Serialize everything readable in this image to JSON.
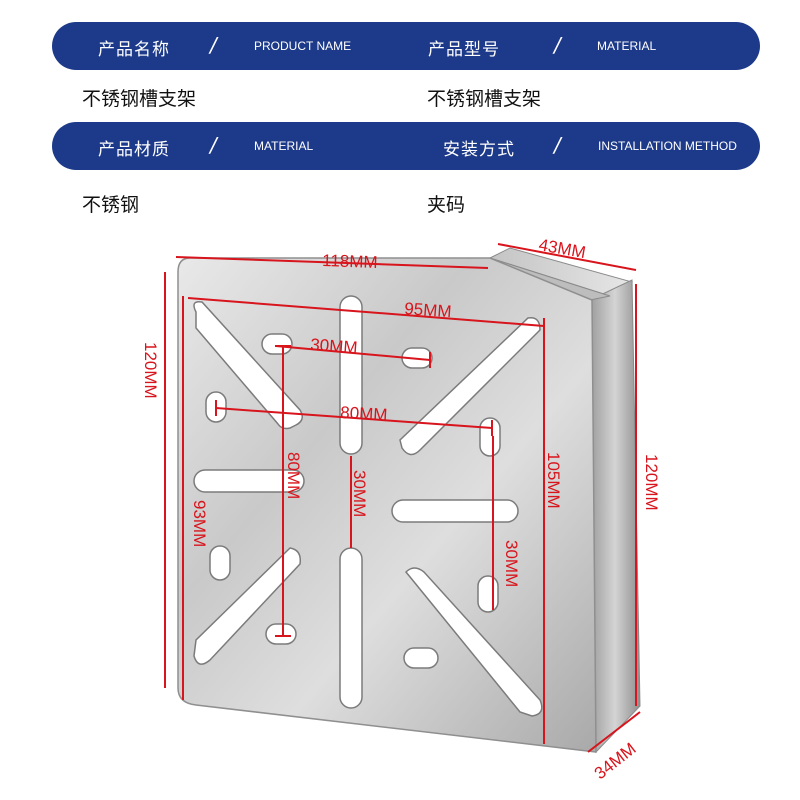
{
  "row1": {
    "left_label_zh": "产品名称",
    "left_label_en": "PRODUCT NAME",
    "right_label_zh": "产品型号",
    "right_label_en": "MATERIAL",
    "left_value": "不锈钢槽支架",
    "right_value": "不锈钢槽支架"
  },
  "row2": {
    "left_label_zh": "产品材质",
    "left_label_en": "MATERIAL",
    "right_label_zh": "安装方式",
    "right_label_en": "INSTALLATION METHOD",
    "left_value": "不锈钢",
    "right_value": "夹码"
  },
  "separator": "/",
  "dimensions": {
    "top_width": "118MM",
    "depth_top": "43MM",
    "inner_width": "95MM",
    "left_height": "120MM",
    "right_height": "120MM",
    "inner_height": "105MM",
    "slot_30_top": "30MM",
    "slot_80_h": "80MM",
    "slot_80_v": "80MM",
    "slot_30_v_center": "30MM",
    "slot_30_v_right": "30MM",
    "slot_93": "93MM",
    "bottom_depth": "34MM"
  },
  "colors": {
    "banner": "#1d3a8a",
    "dimension": "#d8141c",
    "steel": "#b8b8b8"
  }
}
